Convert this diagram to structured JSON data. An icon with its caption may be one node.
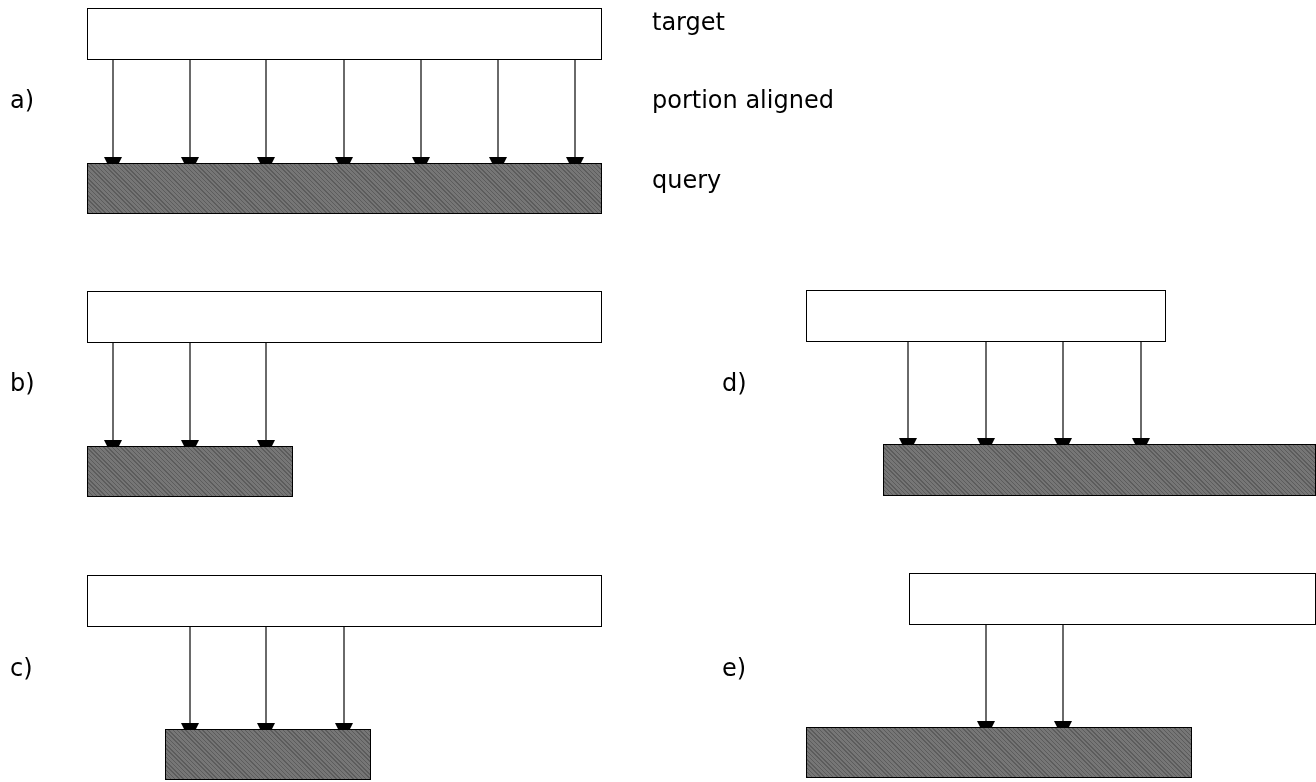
{
  "diagram": {
    "nodes": [
      {
        "text": [],
        "shape": "box"
      },
      {
        "text": [],
        "shape": "box"
      },
      {
        "text": [],
        "shape": "box"
      },
      {
        "text": [],
        "shape": "box"
      },
      {
        "text": [],
        "shape": "box"
      },
      {
        "text": [],
        "shape": "box"
      },
      {
        "text": [],
        "shape": "box"
      },
      {
        "text": [],
        "shape": "box"
      },
      {
        "text": [],
        "shape": "box"
      },
      {
        "text": [],
        "shape": "box"
      }
    ],
    "edges": [
      {
        "from": 0,
        "to": 1,
        "arrow": "to"
      },
      {
        "from": 0,
        "to": 1,
        "arrow": "to"
      },
      {
        "from": 0,
        "to": 1,
        "arrow": "to"
      },
      {
        "from": 0,
        "to": 1,
        "arrow": "to"
      },
      {
        "from": 0,
        "to": 1,
        "arrow": "to"
      },
      {
        "from": 0,
        "to": 1,
        "arrow": "to"
      },
      {
        "from": 0,
        "to": 1,
        "arrow": "to"
      },
      {
        "from": 2,
        "to": 4,
        "arrow": "to"
      },
      {
        "from": 2,
        "to": 4,
        "arrow": "to"
      },
      {
        "from": 2,
        "to": 4,
        "arrow": "to"
      },
      {
        "from": 3,
        "to": 5,
        "arrow": "to"
      },
      {
        "from": 3,
        "to": 5,
        "arrow": "to"
      },
      {
        "from": 3,
        "to": 5,
        "arrow": "to"
      },
      {
        "from": 3,
        "to": 5,
        "arrow": "to"
      },
      {
        "from": 6,
        "to": 8,
        "arrow": "to"
      },
      {
        "from": 6,
        "to": 8,
        "arrow": "to"
      },
      {
        "from": 6,
        "to": 8,
        "arrow": "to"
      },
      {
        "from": 7,
        "to": 9,
        "arrow": "to"
      },
      {
        "from": 7,
        "to": 9,
        "arrow": "to"
      }
    ],
    "labels": [
      "target",
      "a)",
      "portion aligned",
      "query",
      "b)",
      "d)",
      "c)",
      "e)"
    ]
  }
}
